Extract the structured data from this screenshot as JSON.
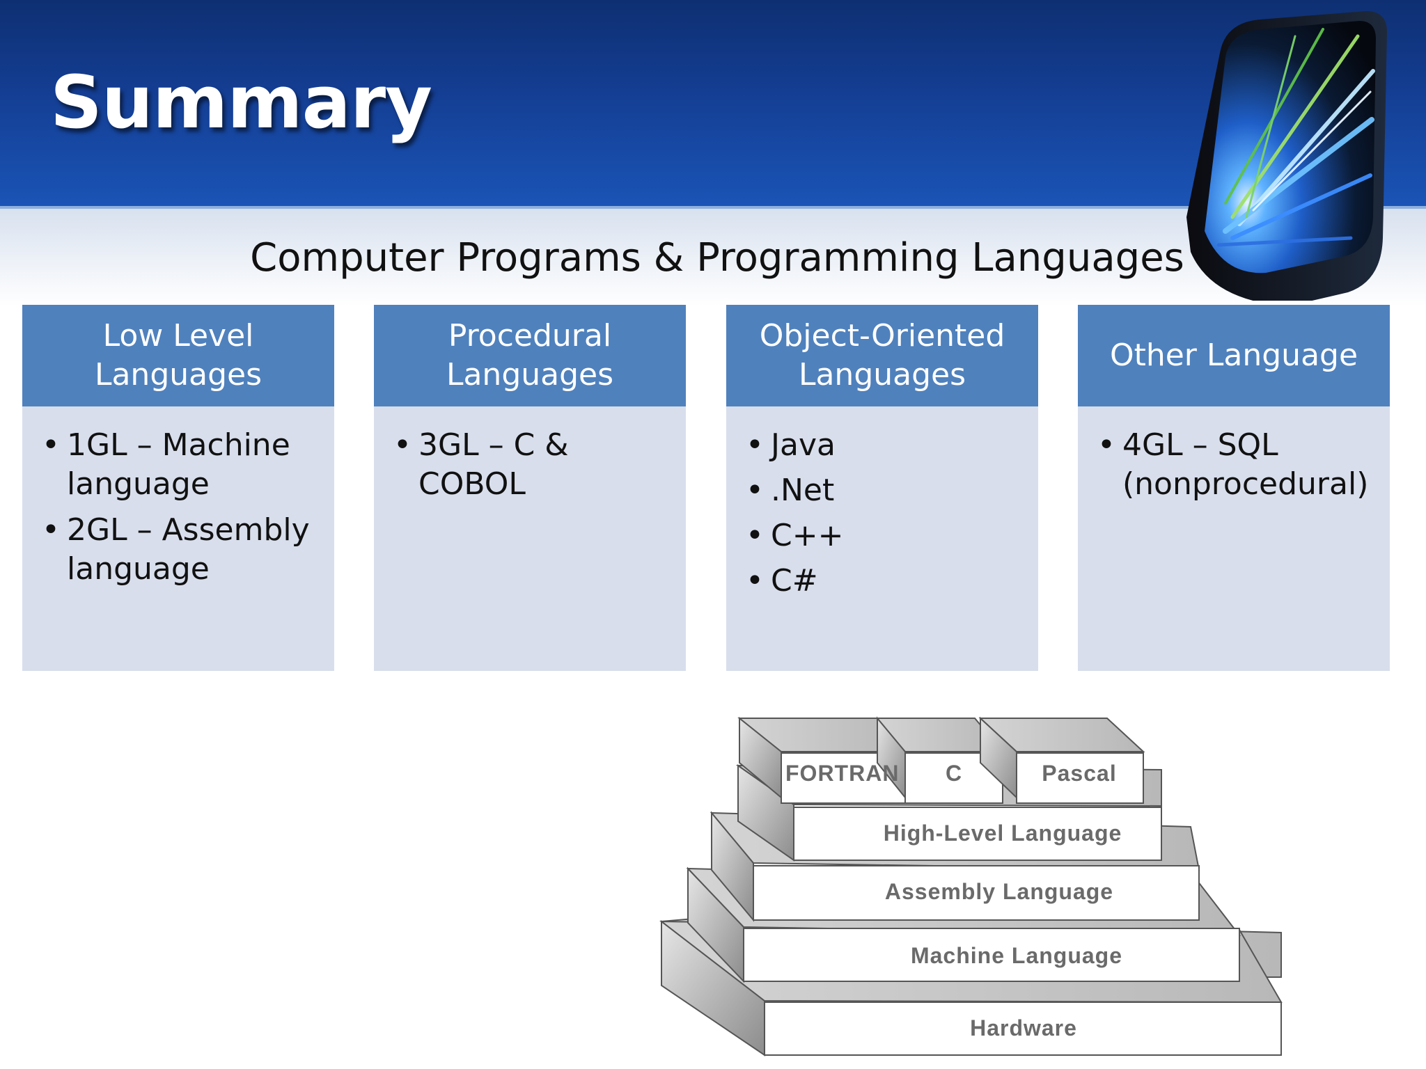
{
  "slide": {
    "title": "Summary",
    "subtitle": "Computer Programs & Programming Languages"
  },
  "columns": [
    {
      "heading": "Low Level Languages",
      "items": [
        "1GL – Machine language",
        "2GL – Assembly language"
      ]
    },
    {
      "heading": "Procedural Languages",
      "items": [
        "3GL – C & COBOL"
      ]
    },
    {
      "heading": "Object-Oriented Languages",
      "items": [
        "Java",
        ".Net",
        "C++",
        "C#"
      ]
    },
    {
      "heading": "Other Language",
      "items": [
        "4GL – SQL (nonprocedural)"
      ]
    }
  ],
  "pyramid": {
    "top_blocks": [
      "FORTRAN",
      "C",
      "Pascal"
    ],
    "levels": [
      "High-Level Language",
      "Assembly Language",
      "Machine Language",
      "Hardware"
    ]
  },
  "colors": {
    "header_band": "#143e93",
    "column_heading": "#4f81bd",
    "column_body": "#d8deec"
  }
}
